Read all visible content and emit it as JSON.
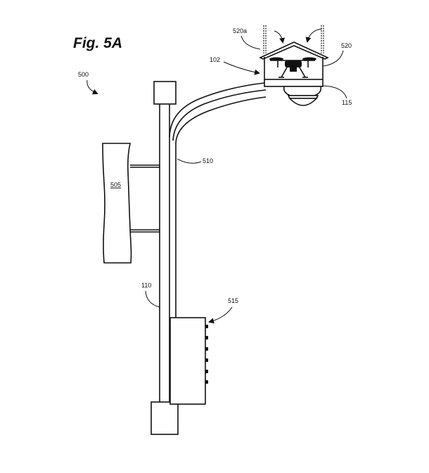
{
  "figure": {
    "title": "Fig. 5A",
    "labels": {
      "system": "500",
      "device": "102",
      "landing_door": "520a",
      "housing": "520",
      "camera": "115",
      "arm": "510",
      "sign": "505",
      "sign_text": "505",
      "pole": "110",
      "control_box": "515"
    }
  }
}
